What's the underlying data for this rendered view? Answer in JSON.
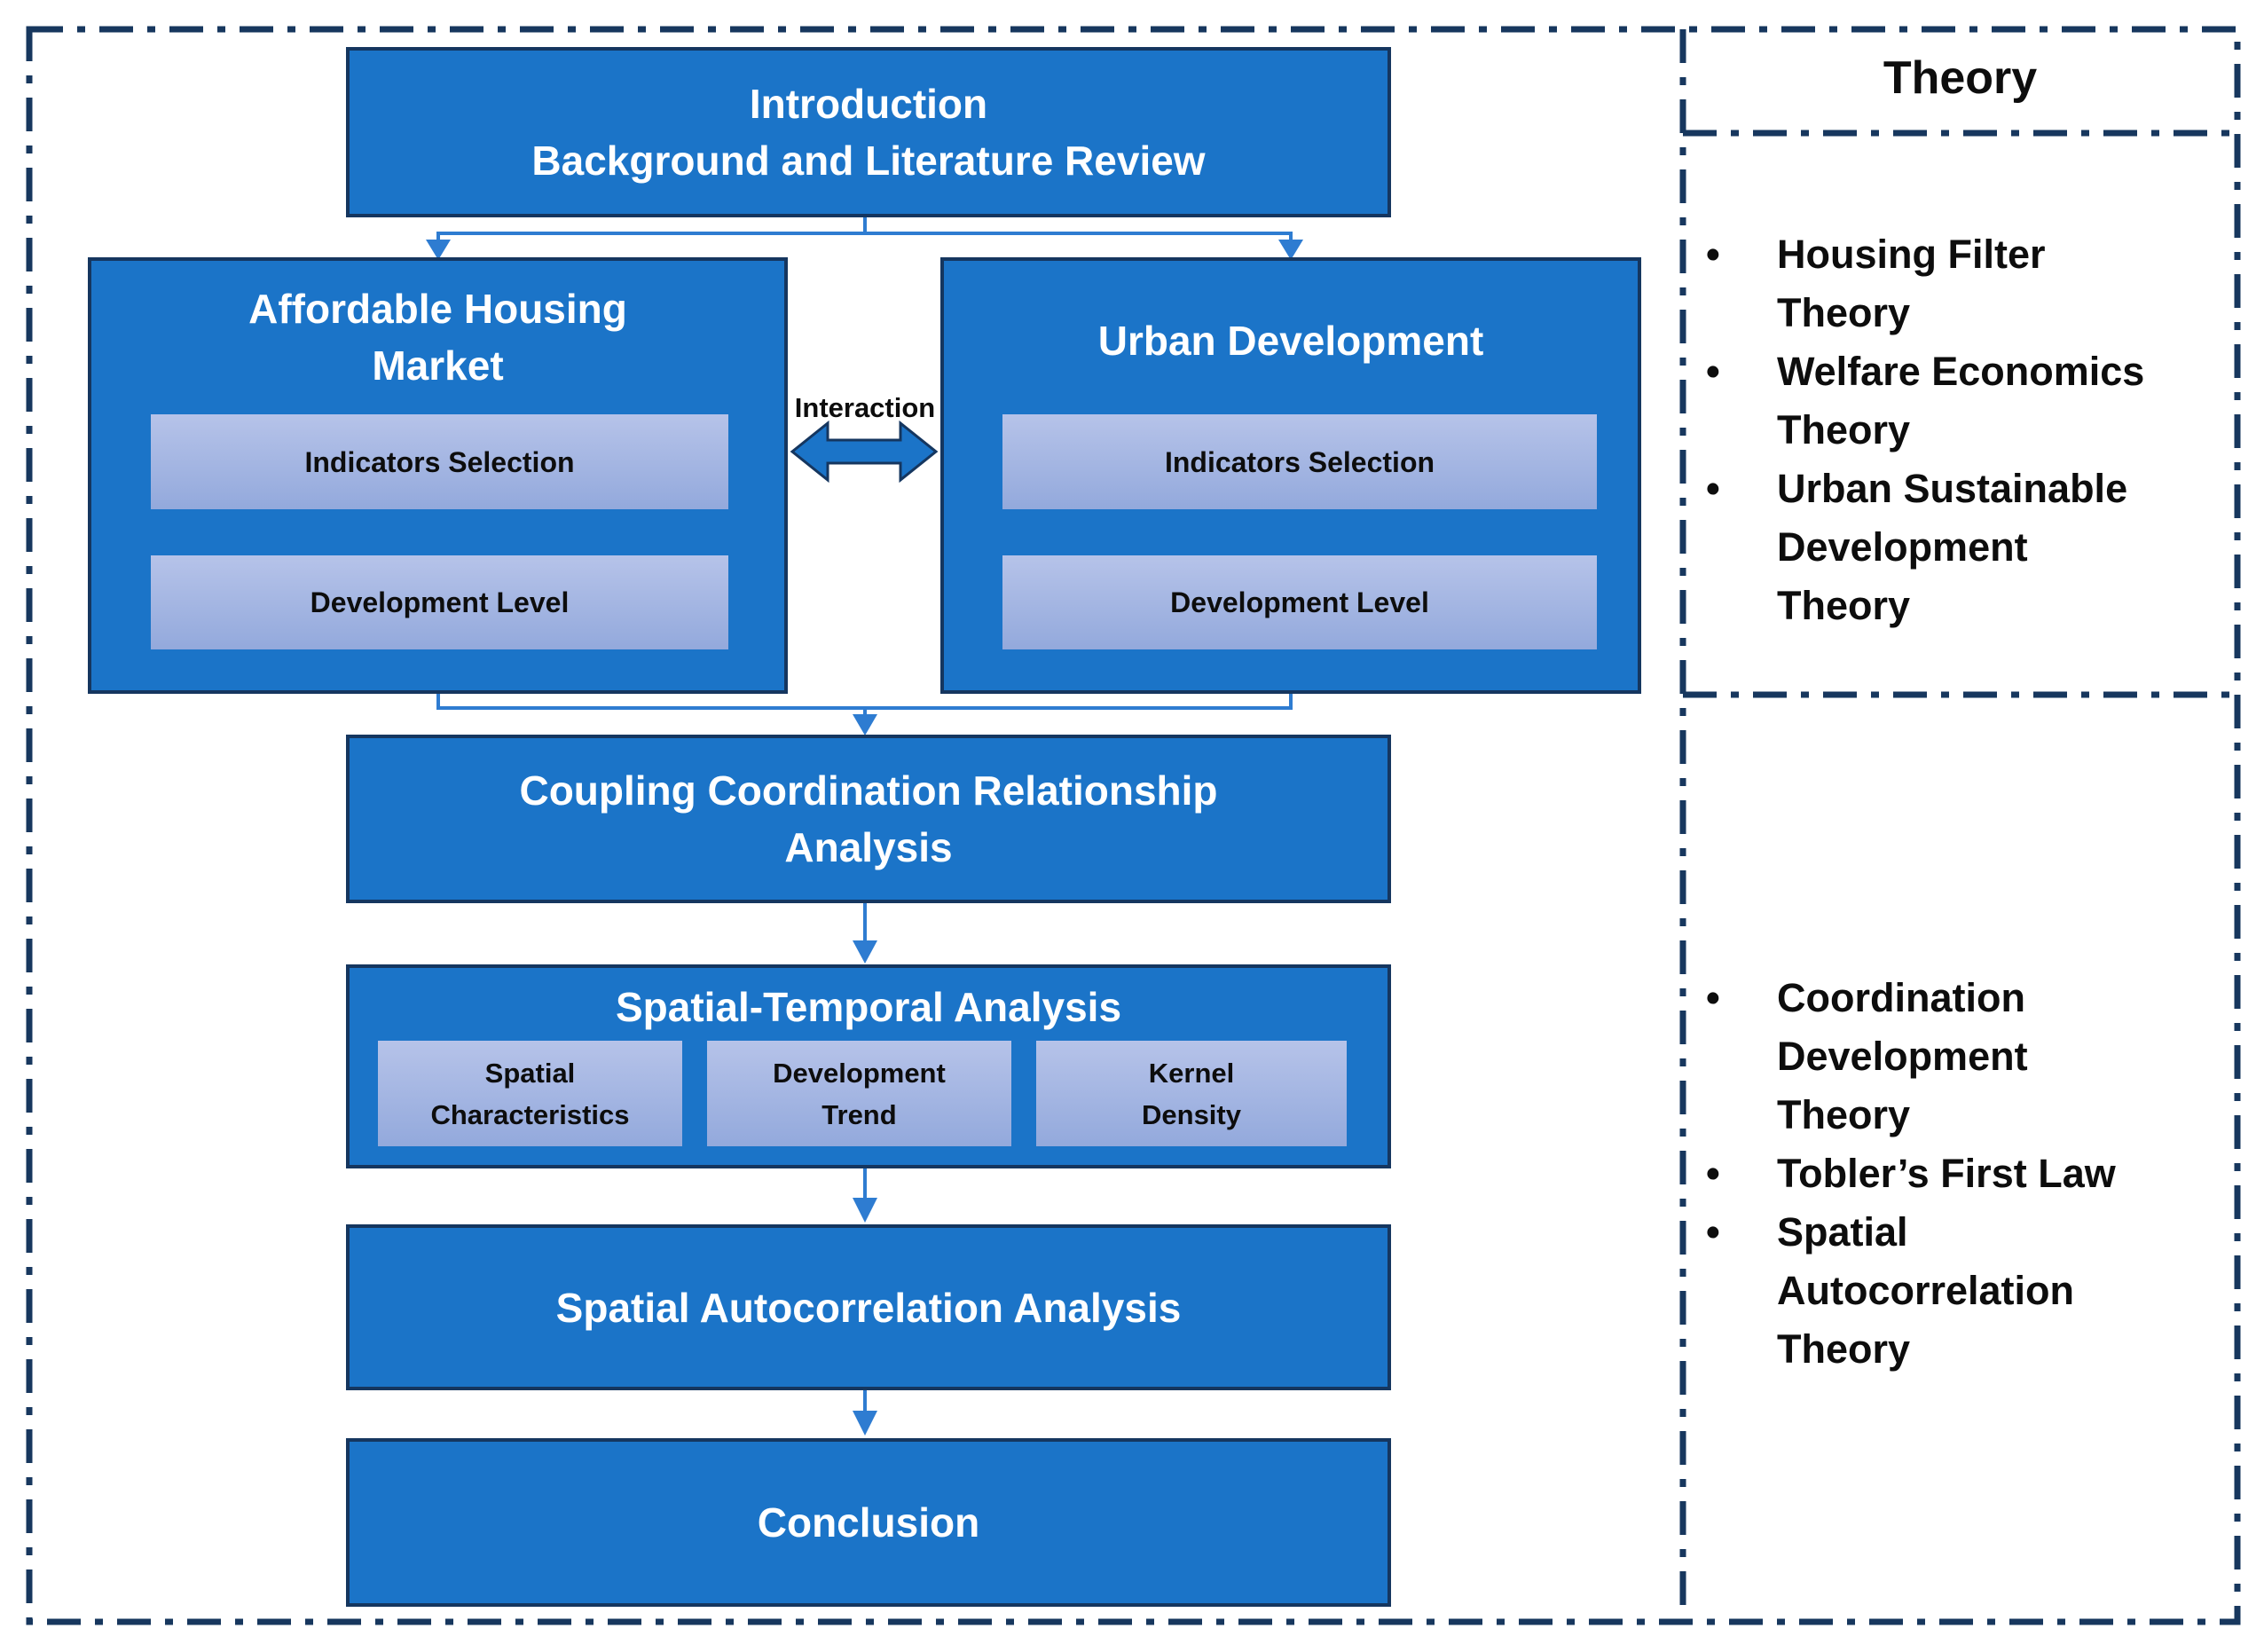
{
  "colors": {
    "box_blue": "#1b74c8",
    "box_border_navy": "#15365f",
    "subbox_light_top": "#b6c3e9",
    "subbox_light_bottom": "#93a9dc",
    "connector_blue": "#2e7cd1",
    "dashed_border_navy": "#17375e",
    "title_text_white": "#ffffff",
    "label_text_black": "#0d0d0d"
  },
  "flowchart": {
    "intro_box": "Introduction\nBackground and Literature Review",
    "affordable_box": {
      "title": "Affordable Housing\nMarket",
      "indicators": "Indicators Selection",
      "development": "Development Level"
    },
    "urban_box": {
      "title": "Urban Development",
      "indicators": "Indicators Selection",
      "development": "Development Level"
    },
    "interaction_label": "Interaction",
    "coupling_box": "Coupling Coordination Relationship\nAnalysis",
    "spatial_temporal_box": {
      "title": "Spatial-Temporal Analysis",
      "sub1": "Spatial\nCharacteristics",
      "sub2": "Development\nTrend",
      "sub3": "Kernel\nDensity"
    },
    "autocorrelation_box": "Spatial Autocorrelation Analysis",
    "conclusion_box": "Conclusion"
  },
  "theory_panel": {
    "title": "Theory",
    "group1": [
      "Housing Filter\nTheory",
      "Welfare Economics\nTheory",
      "Urban Sustainable\nDevelopment\nTheory"
    ],
    "group2": [
      "Coordination\nDevelopment\nTheory",
      "Tobler’s First Law",
      "Spatial\nAutocorrelation\nTheory"
    ]
  }
}
